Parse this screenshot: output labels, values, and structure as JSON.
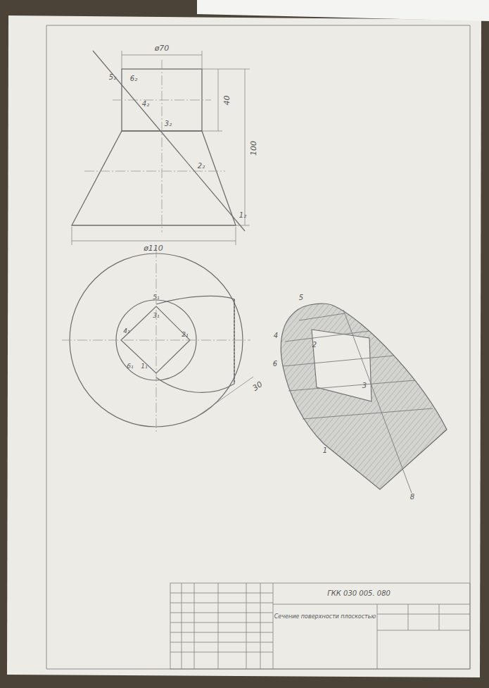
{
  "diagram": {
    "labels": [
      "ø70",
      "40",
      "100",
      "ø110",
      "5₂",
      "6₂",
      "4₂",
      "3₂",
      "2₂",
      "1₂",
      "1₁",
      "2₁",
      "3₁",
      "4₁",
      "5₁",
      "6₁",
      "30",
      "5",
      "4",
      "6",
      "3",
      "2",
      "1",
      "8",
      "ГКК 030 005. 080",
      "Сечение поверхности плоскостью"
    ]
  }
}
